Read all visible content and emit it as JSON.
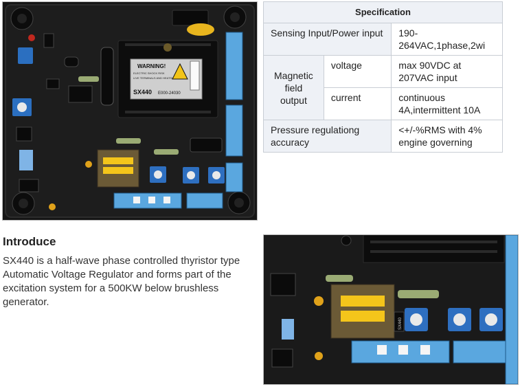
{
  "spec": {
    "title": "Specification",
    "sensing_label": "Sensing Input/Power input",
    "sensing_value": "190-264VAC,1phase,2wi",
    "field_label": "Magnetic field output",
    "voltage_label": "voltage",
    "voltage_value": "max 90VDC at 207VAC input",
    "current_label": "current",
    "current_value": "continuous 4A,intermittent 10A",
    "accuracy_label": "Pressure regulationg accuracy",
    "accuracy_value": "<+/-%RMS with 4% engine governing"
  },
  "intro": {
    "title": "Introduce",
    "text": "SX440 is a half-wave phase controlled thyristor type Automatic Voltage Regulator and forms part of the excitation system for a 500KW below brushless generator."
  },
  "board": {
    "warning_title": "WARNING!",
    "warning_line1": "ELECTRIC SHOCK RISK",
    "warning_line2": "LIVE TERMINALS AND HEATSINK",
    "model": "SX440",
    "part_code": "E000-24030",
    "detail_label": "SX440"
  }
}
